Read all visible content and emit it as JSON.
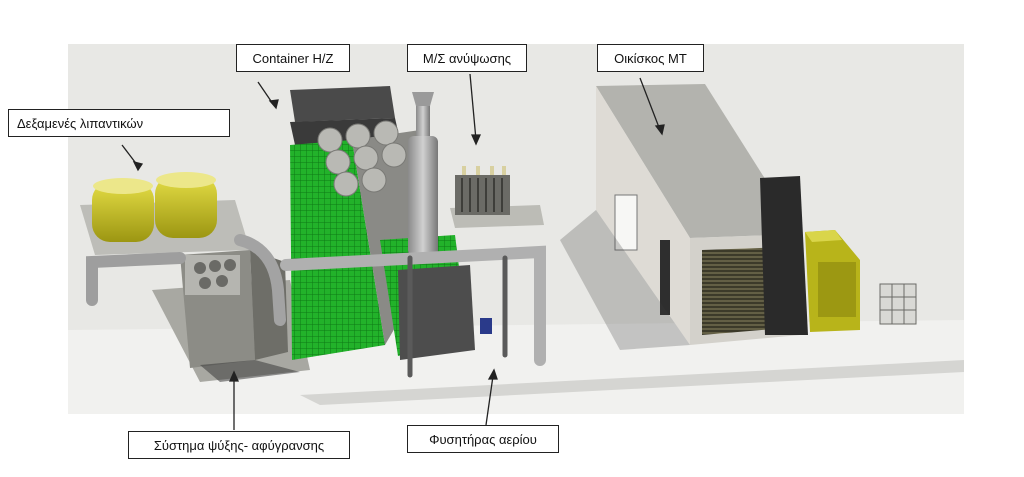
{
  "labels": {
    "lubricant_tanks": "Δεξαμενές λιπαντικών",
    "container": "Container H/Z",
    "transformer": "Μ/Σ ανύψωσης",
    "mv_house": "Οικίσκος ΜΤ",
    "cooling_system": "Σύστημα ψύξης- αφύγρανσης",
    "gas_blower": "Φυσητήρας αερίου"
  },
  "colors": {
    "background": "#e9e9e6",
    "container_green": "#22b22a",
    "tank_yellow": "#c8c21a",
    "generator_yellow": "#b8b41a",
    "house_wall": "#d9d9d4",
    "roof_dark": "#4a4a4a"
  }
}
